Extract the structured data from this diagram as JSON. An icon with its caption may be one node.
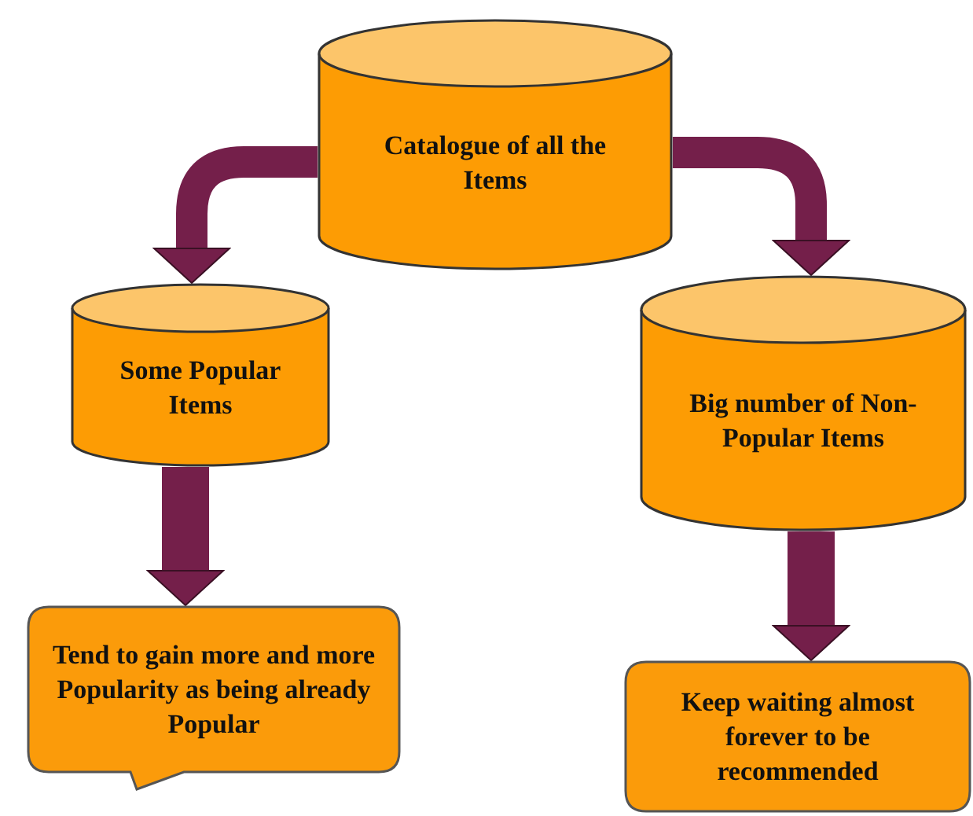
{
  "diagram": {
    "nodes": [
      {
        "text": [
          "Catalogue of all the Items"
        ]
      },
      {
        "text": [
          "Some Popular Items"
        ]
      },
      {
        "text": [
          "Big number of Non-Popular Items"
        ]
      },
      {
        "text": [
          "Tend to gain more and more Popularity as being already Popular"
        ]
      },
      {
        "text": [
          "Keep waiting almost forever to be recommended"
        ]
      }
    ],
    "edges": [
      {
        "from": 0,
        "to": 1,
        "arrow": "to"
      },
      {
        "from": 0,
        "to": 2,
        "arrow": "to"
      },
      {
        "from": 1,
        "to": 3,
        "arrow": "to"
      },
      {
        "from": 2,
        "to": 4,
        "arrow": "to"
      }
    ]
  }
}
